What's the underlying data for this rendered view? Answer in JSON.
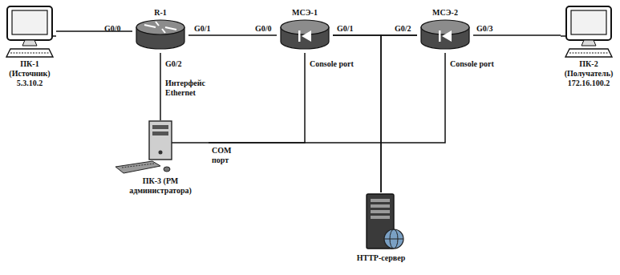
{
  "diagram": {
    "nodes": [
      {
        "text": [
          "ПК-1 (Источник)",
          "5.3.10.2"
        ]
      },
      {
        "text": [
          "R-1"
        ]
      },
      {
        "text": [
          "МСЭ-1"
        ]
      },
      {
        "text": [
          "МСЭ-2"
        ]
      },
      {
        "text": [
          "ПК-2 (Получатель)",
          "172.16.100.2"
        ]
      },
      {
        "text": [
          "ПК-3 (РМ администратора)"
        ]
      },
      {
        "text": [
          "HTTP-сервер"
        ]
      }
    ],
    "edges": [
      {
        "from": 0,
        "to": 1,
        "arrow": "none"
      },
      {
        "from": 1,
        "to": 2,
        "arrow": "none"
      },
      {
        "from": 2,
        "to": 3,
        "arrow": "none"
      },
      {
        "from": 3,
        "to": 4,
        "arrow": "none"
      },
      {
        "from": 1,
        "to": 5,
        "arrow": "none"
      },
      {
        "from": 5,
        "to": 2,
        "arrow": "none"
      },
      {
        "from": 5,
        "to": 3,
        "arrow": "none"
      },
      {
        "from": 6,
        "to": 2,
        "arrow": "none"
      },
      {
        "from": 6,
        "to": 3,
        "arrow": "none"
      }
    ],
    "labels": [
      "G0/0",
      "G0/1",
      "G0/2",
      "G0/0",
      "G0/1",
      "G0/2",
      "G0/3",
      "Интерфейс Ethernet",
      "Console port",
      "Console port",
      "COM порт"
    ]
  }
}
